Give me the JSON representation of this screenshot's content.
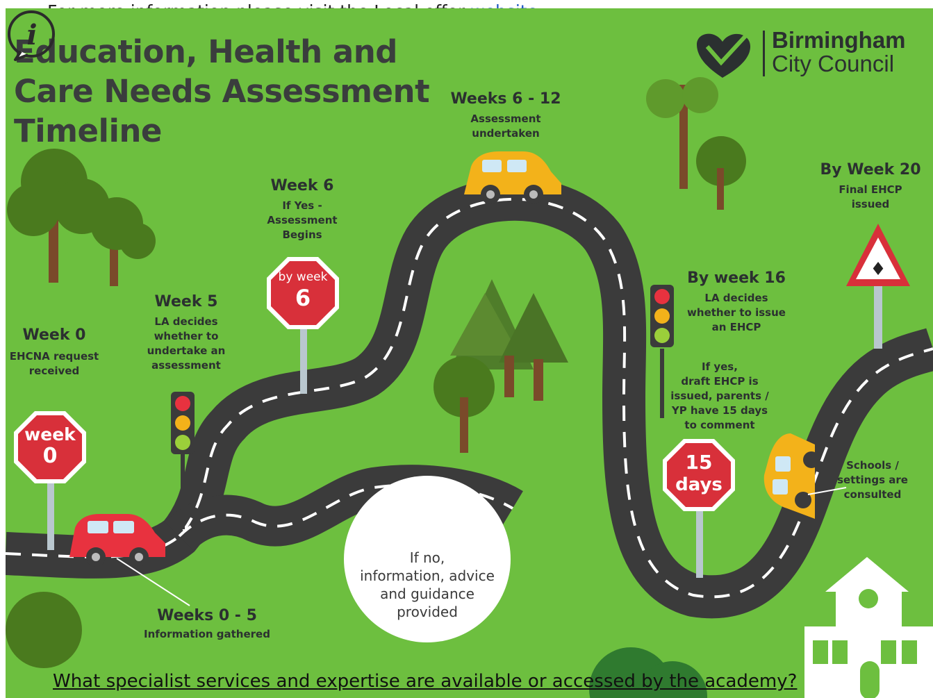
{
  "intro": {
    "prefix": "For more information please visit the Local offer ",
    "link": "website",
    "suffix": "."
  },
  "poster": {
    "title": [
      "Education, Health and",
      "Care Needs Assessment",
      "Timeline"
    ],
    "logo": {
      "line1": "Birmingham",
      "line2": "City Council",
      "icon": "heart-logo-icon"
    },
    "colors": {
      "background": "#6dbf3f",
      "road": "#3b3b3b",
      "sign": "#d8303a",
      "text": "#2b3030"
    },
    "milestones": {
      "week0": {
        "heading": "Week 0",
        "text": [
          "EHCNA request",
          "received"
        ]
      },
      "weeks0_5": {
        "heading": "Weeks 0 - 5",
        "text": [
          "Information gathered"
        ]
      },
      "week5": {
        "heading": "Week 5",
        "text": [
          "LA decides",
          "whether to",
          "undertake an",
          "assessment"
        ]
      },
      "week6": {
        "heading": "Week 6",
        "text": [
          "If Yes -",
          "Assessment",
          "Begins"
        ]
      },
      "weeks6_12": {
        "heading": "Weeks 6 - 12",
        "text": [
          "Assessment",
          "undertaken"
        ]
      },
      "week16": {
        "heading": "By week 16",
        "text": [
          "LA decides",
          "whether to issue",
          "an EHCP"
        ]
      },
      "draft": {
        "text": [
          "If yes,",
          "draft EHCP is",
          "issued, parents /",
          "YP have 15 days",
          "to comment"
        ]
      },
      "schools": {
        "text": [
          "Schools /",
          "settings are",
          "consulted"
        ]
      },
      "week20": {
        "heading": "By Week 20",
        "text": [
          "Final EHCP",
          "issued"
        ]
      }
    },
    "signs": {
      "week0": {
        "line1": "week",
        "line2": "0"
      },
      "week6": {
        "line1": "by week",
        "line2": "6"
      },
      "days15": {
        "line1": "15",
        "line2": "days"
      }
    },
    "info_bubble": {
      "text": [
        "If no,",
        "information, advice",
        "and guidance",
        "provided"
      ],
      "icon": "info-icon"
    }
  },
  "question": "What specialist services and expertise are available or accessed by the academy?"
}
